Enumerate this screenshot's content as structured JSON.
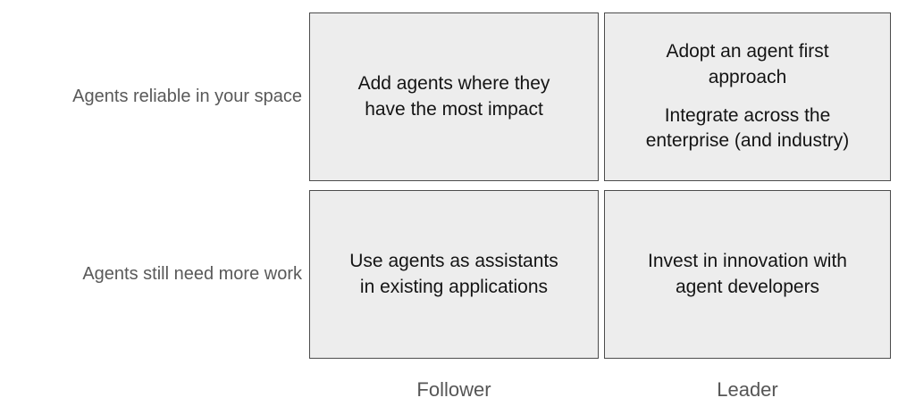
{
  "matrix": {
    "row_labels": [
      {
        "label": "Agents reliable in your space"
      },
      {
        "label": "Agents still need more work"
      }
    ],
    "col_labels": [
      {
        "label": "Follower"
      },
      {
        "label": "Leader"
      }
    ],
    "cells": {
      "top_left": {
        "paragraphs": [
          "Add agents where they\nhave the most impact"
        ]
      },
      "top_right": {
        "paragraphs": [
          "Adopt an agent first\napproach",
          "Integrate across the\nenterprise (and industry)"
        ]
      },
      "bottom_left": {
        "paragraphs": [
          "Use agents as assistants\nin existing applications"
        ]
      },
      "bottom_right": {
        "paragraphs": [
          "Invest in innovation with\nagent developers"
        ]
      }
    },
    "colors": {
      "background": "#ffffff",
      "cell_background": "#ededed",
      "cell_border": "#4c4c4c",
      "cell_text": "#141414",
      "label_text": "#595959"
    }
  }
}
